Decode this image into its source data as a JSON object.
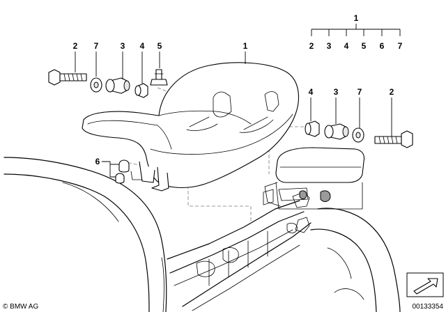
{
  "diagram": {
    "callouts": {
      "seat_main": "1",
      "bolt_left": "2",
      "washer_left": "7",
      "bushing_left": "3",
      "grommet_left": "4",
      "pin": "5",
      "bolt_right": "2",
      "washer_right": "7",
      "bushing_right": "3",
      "grommet_right": "4",
      "stops": "6"
    },
    "kit_legend": {
      "header": "1",
      "items": [
        "2",
        "3",
        "4",
        "5",
        "6",
        "7"
      ]
    },
    "copyright": "© BMW AG",
    "reference_number": "00133354"
  }
}
